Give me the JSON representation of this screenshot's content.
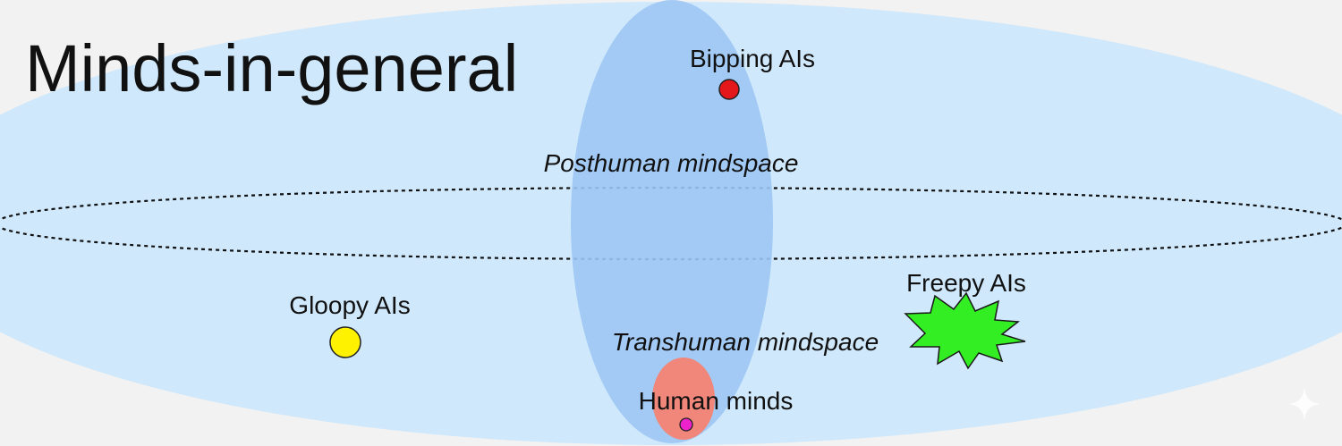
{
  "diagram": {
    "title": "Minds-in-general",
    "regions": {
      "posthuman": "Posthuman mindspace",
      "transhuman": "Transhuman mindspace",
      "human": "Human minds"
    },
    "entities": {
      "bipping": "Bipping AIs",
      "gloopy": "Gloopy AIs",
      "freepy": "Freepy AIs"
    }
  },
  "colors": {
    "background": "#f2f2f2",
    "minds_in_general": "#cfe8fb",
    "transhuman": "#9cc7f4",
    "human": "#f0877a",
    "bipping_marker": "#e4171b",
    "gloopy_marker": "#fff200",
    "freepy_marker": "#33ee22",
    "human_marker": "#ee22cc"
  },
  "icons": {
    "bipping_marker": "red-dot-icon",
    "gloopy_marker": "yellow-dot-icon",
    "freepy_marker": "green-starburst-icon",
    "human_marker": "magenta-dot-icon",
    "watermark": "sparkle-icon"
  }
}
